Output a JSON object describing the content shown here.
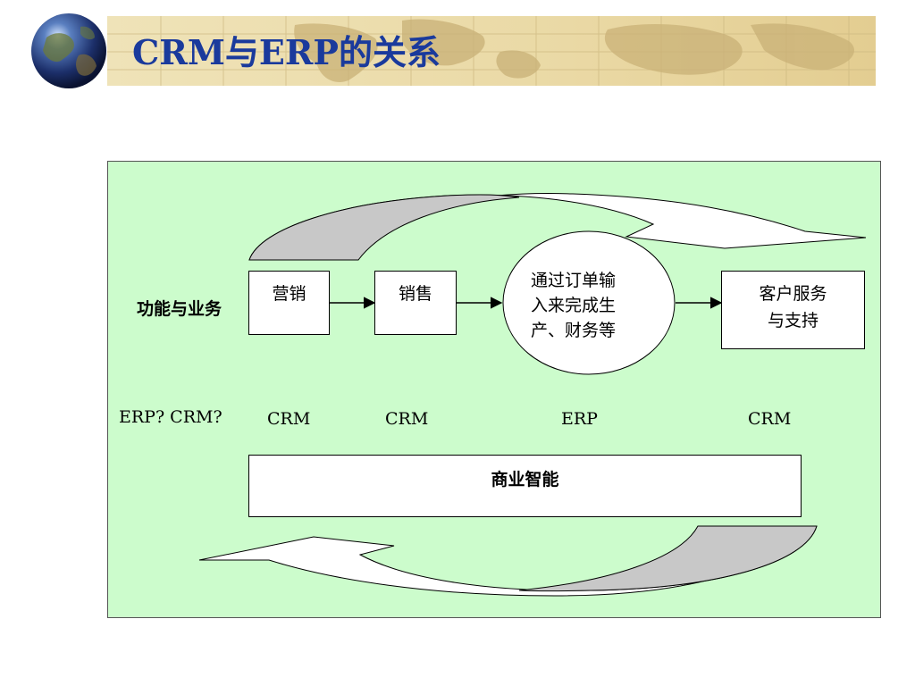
{
  "header": {
    "title": "CRM与ERP的关系"
  },
  "diagram": {
    "side_label": "功能与业务",
    "stages": [
      {
        "lines": [
          "营销"
        ]
      },
      {
        "lines": [
          "销售"
        ]
      },
      {
        "lines": [
          "通过订单输",
          "入来完成生",
          "产、财务等"
        ]
      },
      {
        "lines": [
          "客户服务",
          "与支持"
        ]
      }
    ],
    "question_label": "ERP? CRM?",
    "systems": [
      "CRM",
      "CRM",
      "ERP",
      "CRM"
    ],
    "bi_label": "商业智能"
  },
  "colors": {
    "panel_bg": "#ccfccc",
    "title_text": "#1a3a9c",
    "title_band": "#ead9a5",
    "arrow_fill": "#c8c8c8"
  },
  "icons": {
    "logo": "globe-icon"
  }
}
